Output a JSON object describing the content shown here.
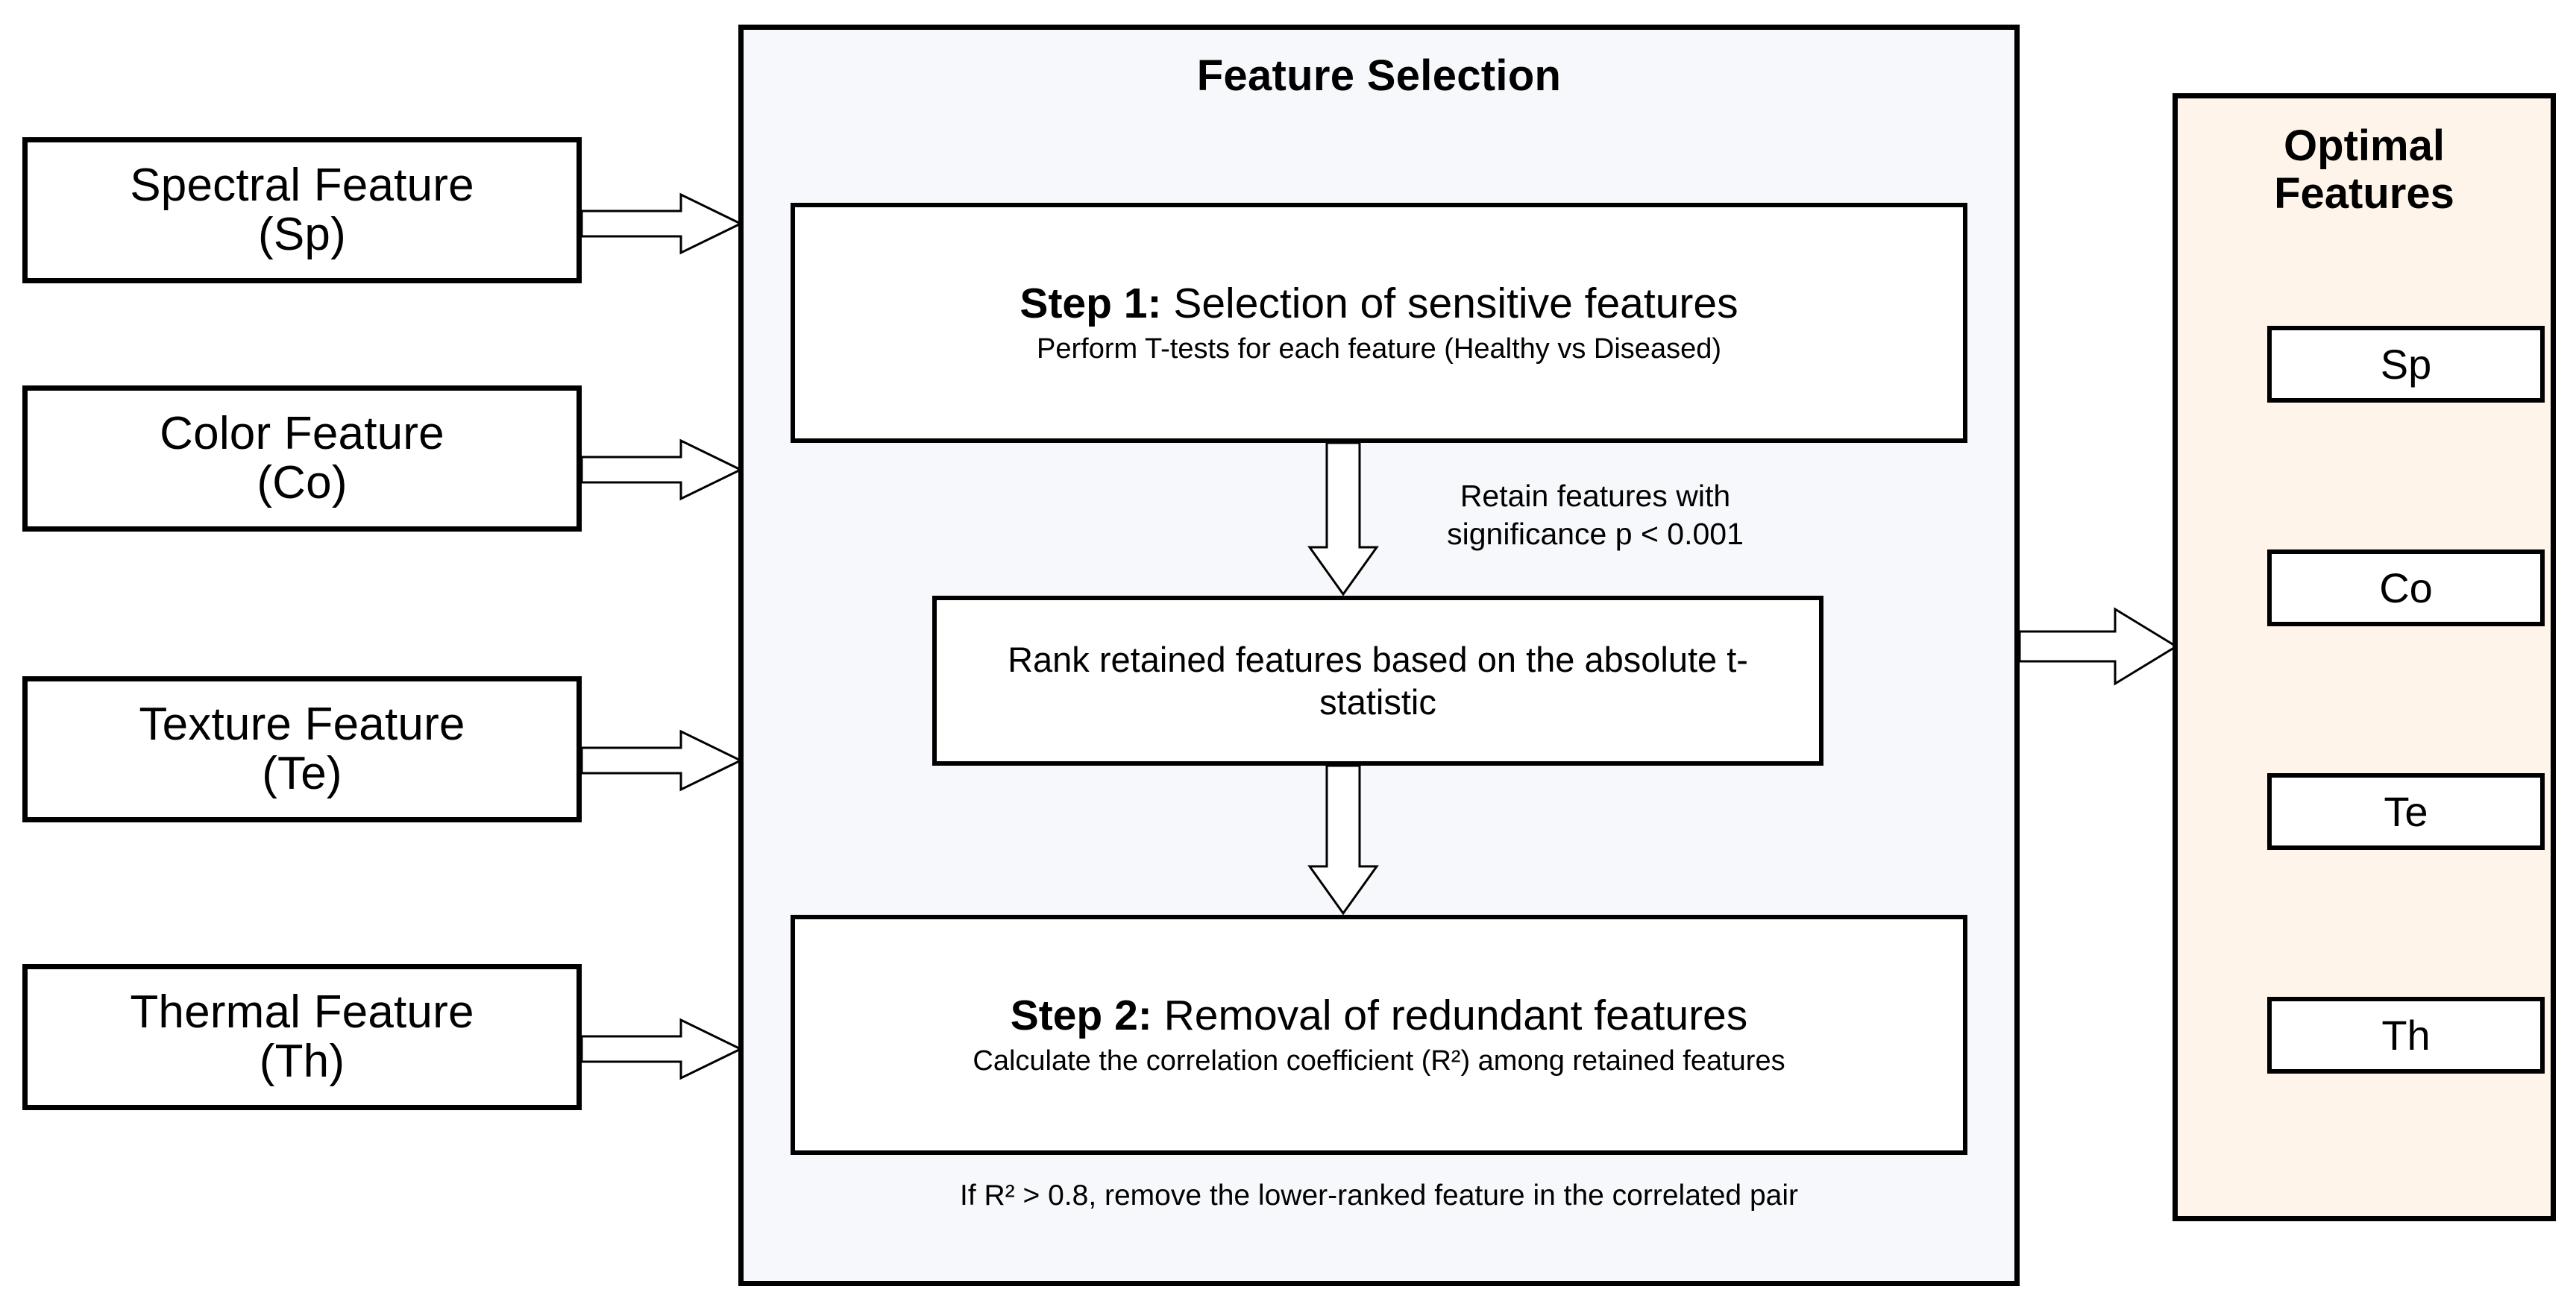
{
  "inputs": {
    "boxes": [
      {
        "name": "spectral",
        "line1": "Spectral Feature",
        "line2": "(Sp)"
      },
      {
        "name": "color",
        "line1": "Color Feature",
        "line2": "(Co)"
      },
      {
        "name": "texture",
        "line1": "Texture Feature",
        "line2": "(Te)"
      },
      {
        "name": "thermal",
        "line1": "Thermal Feature",
        "line2": "(Th)"
      }
    ]
  },
  "feature_selection": {
    "title": "Feature Selection",
    "step1": {
      "label": "Step 1:",
      "heading": "Selection of sensitive features",
      "subtext": "Perform T-tests for each feature (Healthy vs Diseased)"
    },
    "connector1_label": "Retain features with\nsignificance p < 0.001",
    "connector1_line1": "Retain features with",
    "connector1_line2": "significance p < 0.001",
    "rank": "Rank retained features based on the absolute t-statistic",
    "step2": {
      "label": "Step 2:",
      "heading": "Removal of redundant features",
      "subtext": "Calculate the correlation coefficient (R²) among retained features"
    },
    "footer": "If R² > 0.8, remove the lower-ranked feature in the correlated pair"
  },
  "optimal": {
    "title_line1": "Optimal",
    "title_line2": "Features",
    "items": [
      {
        "name": "sp",
        "label": "Sp"
      },
      {
        "name": "co",
        "label": "Co"
      },
      {
        "name": "te",
        "label": "Te"
      },
      {
        "name": "th",
        "label": "Th"
      }
    ]
  },
  "colors": {
    "panel_bg": "#f7f8fb",
    "optimal_bg": "#fef4ea",
    "box_bg": "#ffffff",
    "stroke": "#000000"
  }
}
